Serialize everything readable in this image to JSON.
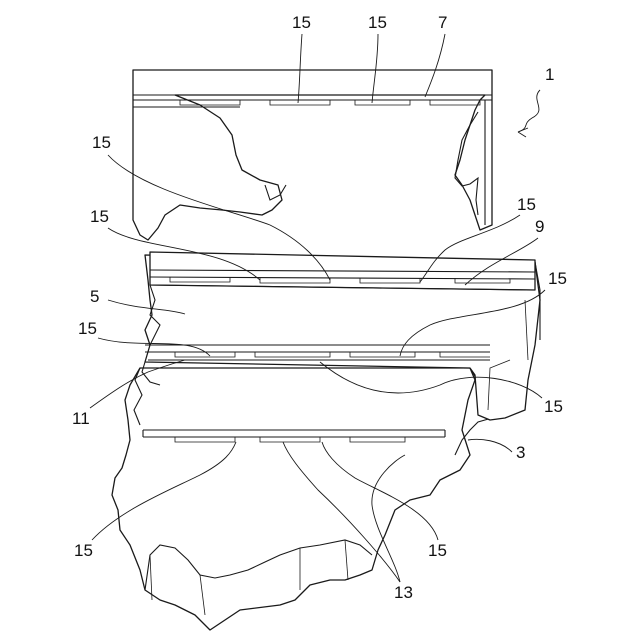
{
  "figure": {
    "labels": [
      {
        "id": "1",
        "text": "1"
      },
      {
        "id": "7",
        "text": "7"
      },
      {
        "id": "15a",
        "text": "15"
      },
      {
        "id": "15b",
        "text": "15"
      },
      {
        "id": "15c",
        "text": "15"
      },
      {
        "id": "15d",
        "text": "15"
      },
      {
        "id": "15e",
        "text": "15"
      },
      {
        "id": "9",
        "text": "9"
      },
      {
        "id": "5",
        "text": "5"
      },
      {
        "id": "15f",
        "text": "15"
      },
      {
        "id": "15g",
        "text": "15"
      },
      {
        "id": "11",
        "text": "11"
      },
      {
        "id": "15h",
        "text": "15"
      },
      {
        "id": "3",
        "text": "3"
      },
      {
        "id": "15i",
        "text": "15"
      },
      {
        "id": "15j",
        "text": "15"
      },
      {
        "id": "13",
        "text": "13"
      }
    ]
  }
}
